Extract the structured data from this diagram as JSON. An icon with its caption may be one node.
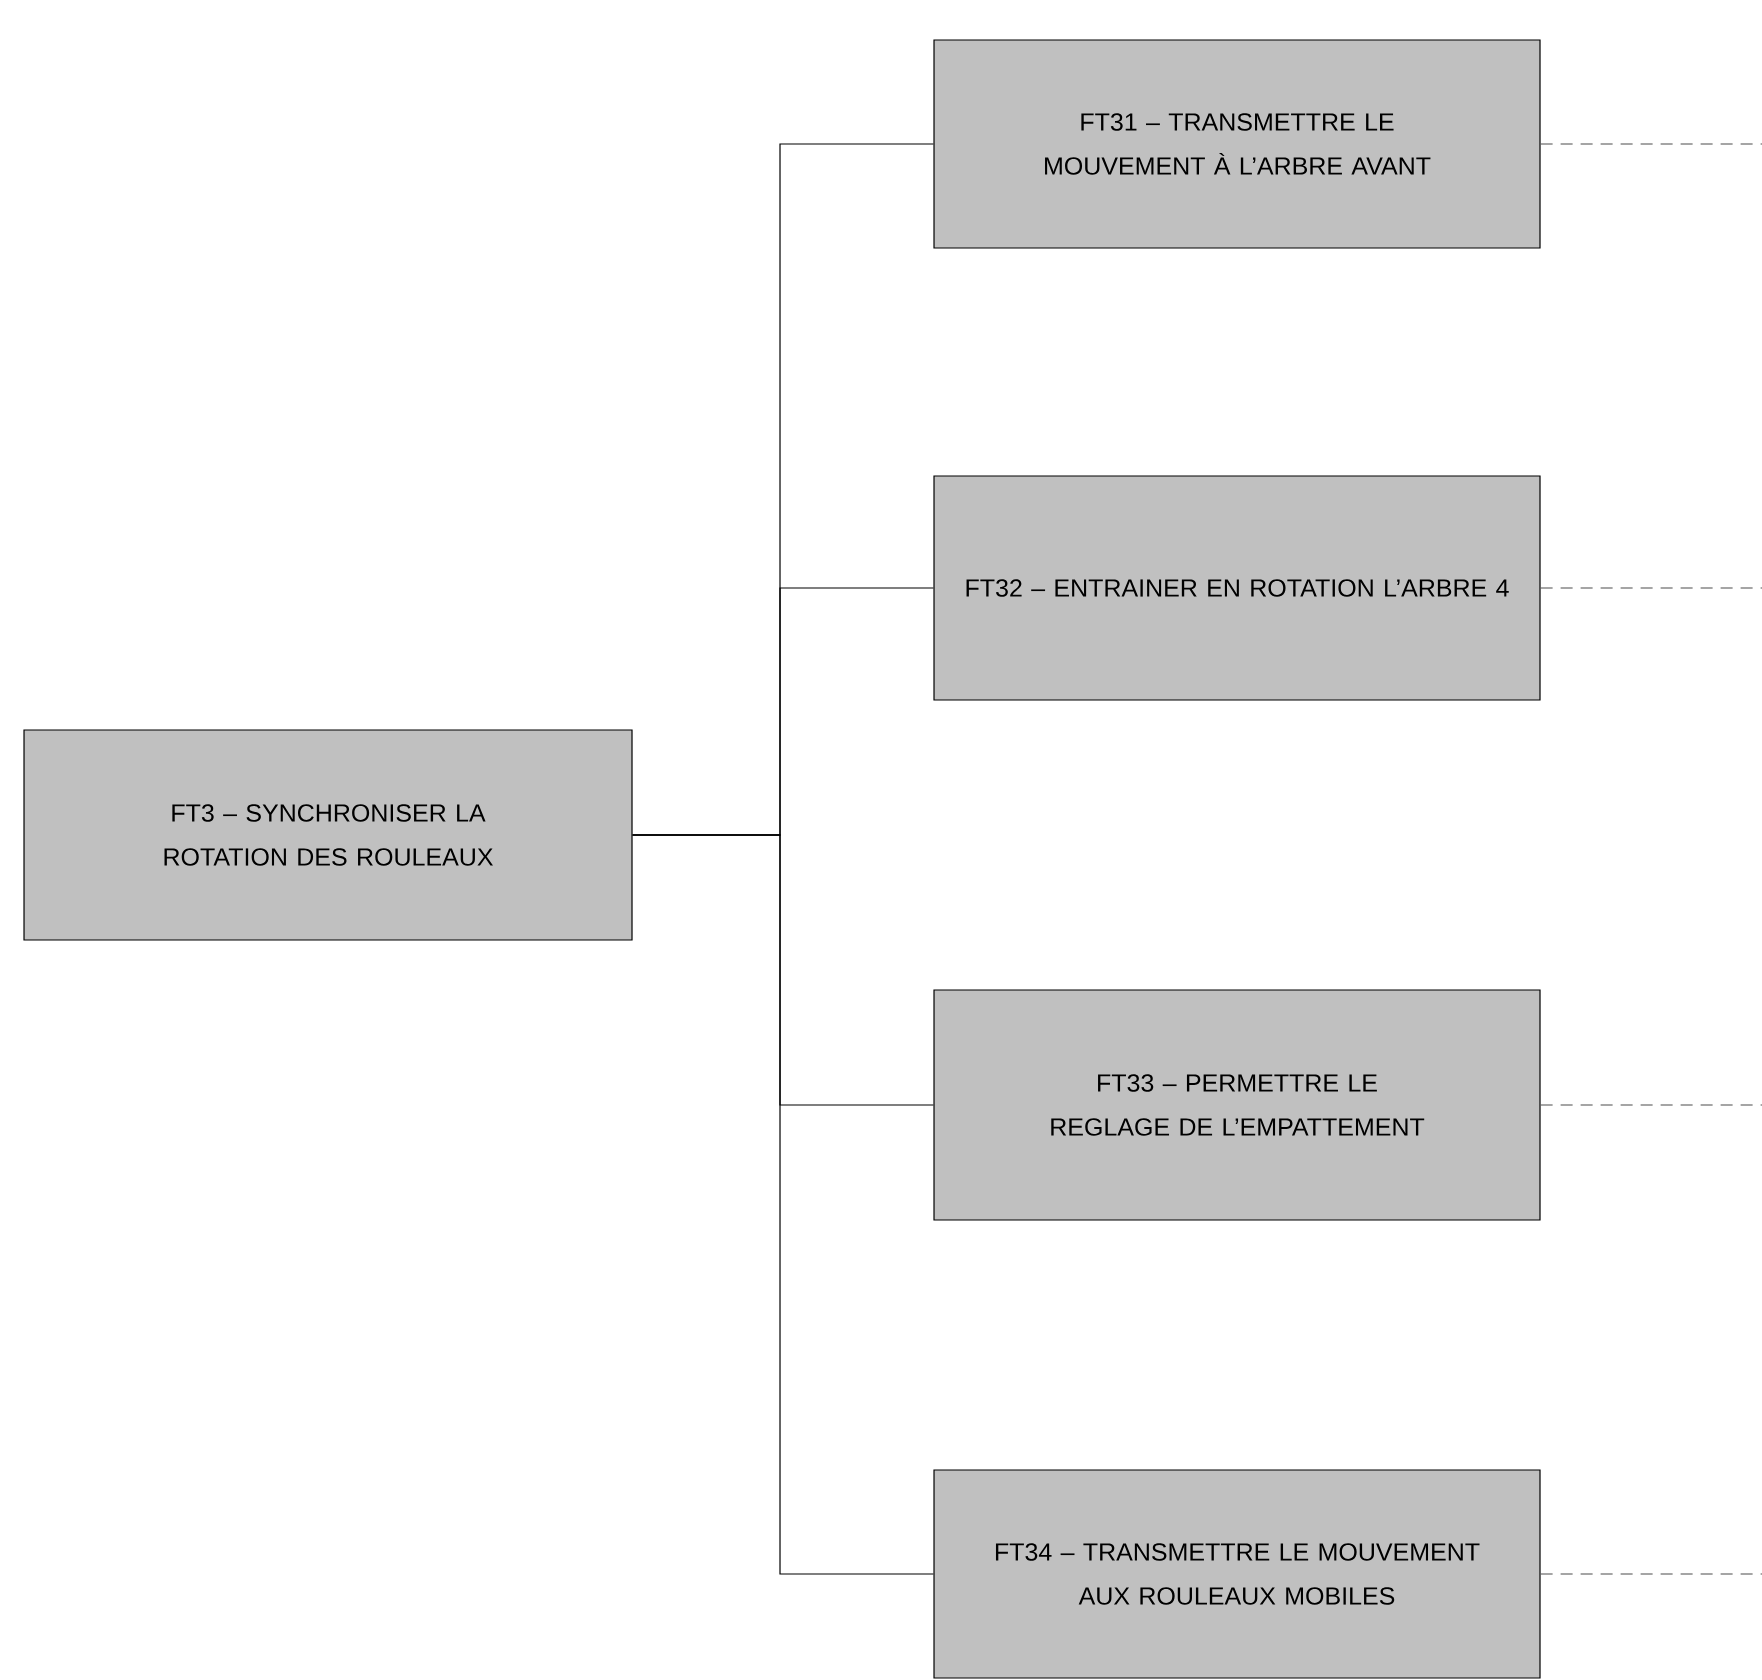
{
  "diagram": {
    "nodes": [
      {
        "text": [
          "FT3 – SYNCHRONISER LA ROTATION DES ROULEAUX"
        ]
      },
      {
        "text": [
          "FT31 – TRANSMETTRE LE MOUVEMENT À L’ARBRE AVANT"
        ]
      },
      {
        "text": [
          "FT32 – ENTRAINER EN ROTATION L’ARBRE 4"
        ]
      },
      {
        "text": [
          "FT33 – PERMETTRE LE REGLAGE DE L’EMPATTEMENT"
        ]
      },
      {
        "text": [
          "FT34 – TRANSMETTRE LE MOUVEMENT AUX ROULEAUX MOBILES"
        ]
      }
    ],
    "edges": [
      {
        "from": 0,
        "to": 1,
        "arrow": "none"
      },
      {
        "from": 0,
        "to": 2,
        "arrow": "none"
      },
      {
        "from": 0,
        "to": 3,
        "arrow": "none"
      },
      {
        "from": 0,
        "to": 4,
        "arrow": "none"
      },
      {
        "from": 1,
        "to": null,
        "arrow": "none",
        "style": "dashed"
      },
      {
        "from": 2,
        "to": null,
        "arrow": "none",
        "style": "dashed"
      },
      {
        "from": 3,
        "to": null,
        "arrow": "none",
        "style": "dashed"
      },
      {
        "from": 4,
        "to": null,
        "arrow": "none",
        "style": "dashed"
      }
    ]
  }
}
